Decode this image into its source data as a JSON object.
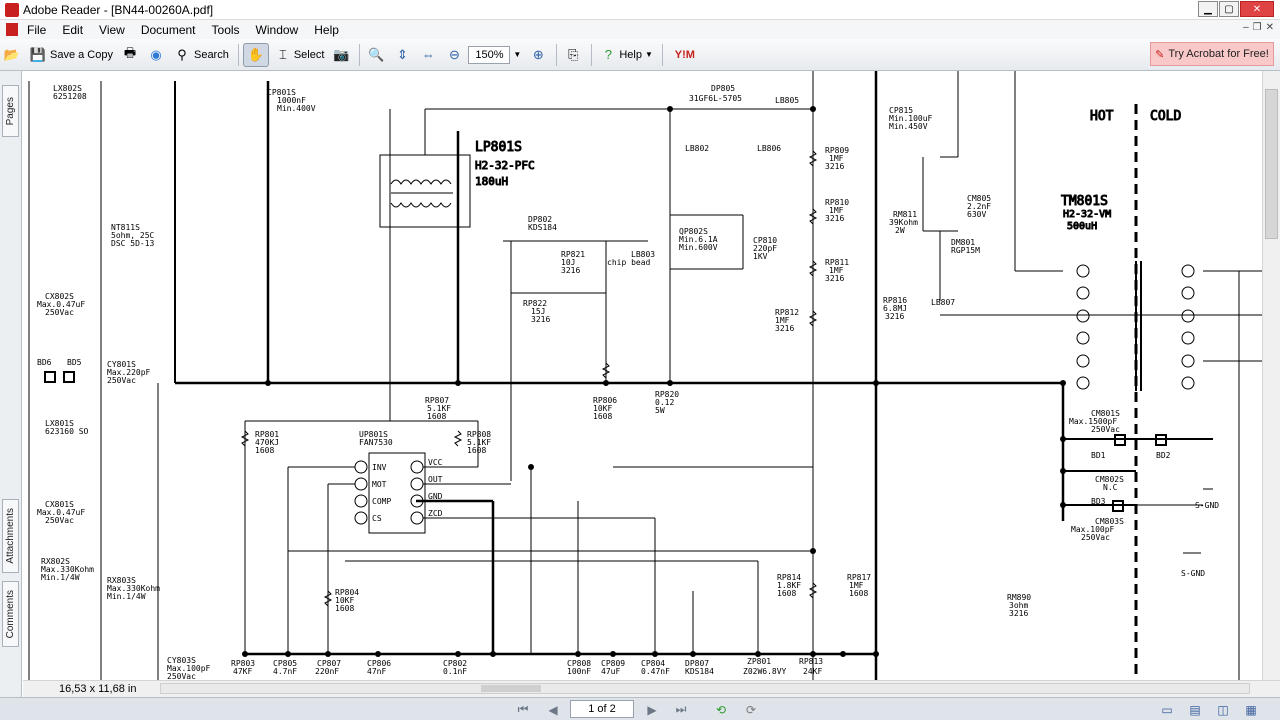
{
  "window": {
    "title": "Adobe Reader - [BN44-00260A.pdf]",
    "bg_tabs": [
      "",
      "",
      "",
      ""
    ]
  },
  "menu": {
    "items": [
      "File",
      "Edit",
      "View",
      "Document",
      "Tools",
      "Window",
      "Help"
    ]
  },
  "toolbar": {
    "save_copy": "Save a Copy",
    "search": "Search",
    "select": "Select",
    "zoom": "150%",
    "help": "Help",
    "try_acrobat": "Try Acrobat for Free!"
  },
  "side_tabs": {
    "pages": "Pages",
    "attachments": "Attachments",
    "comments": "Comments"
  },
  "status": {
    "page_size": "16,53 x 11,68 in"
  },
  "nav": {
    "page_indicator": "1 of 2"
  },
  "schematic": {
    "hot": "HOT",
    "cold": "COLD",
    "lp801s": "LP801S",
    "lp801s_type": "H2-32-PFC",
    "lp801s_val": "180uH",
    "tm801s": "TM801S",
    "tm801s_type": "H2-32-VM",
    "tm801s_val": "500uH",
    "labels": [
      "LX802S",
      "6251208",
      "CP801S",
      "1000nF",
      "Min.400V",
      "NT811S",
      "5ohm, 25C",
      "DSC 5D-13",
      "CX802S",
      "Max.0.47uF",
      "250Vac",
      "BD6",
      "BD5",
      "CY801S",
      "Max.220pF",
      "250Vac",
      "LX801S",
      "623160 SO",
      "CX801S",
      "Max.0.47uF",
      "250Vac",
      "RX802S",
      "Max.330Kohm",
      "Min.1/4W",
      "RX803S",
      "Max.330Kohm",
      "Min.1/4W",
      "CY803S",
      "Max.100pF",
      "250Vac",
      "DP805",
      "31GF6L-5705",
      "LB805",
      "LB806",
      "LB802",
      "DP802",
      "KDS184",
      "RP821",
      "10J",
      "3216",
      "RP822",
      "15J",
      "3216",
      "LB803",
      "chip bead",
      "QP802S",
      "Min.6.1A",
      "Min.600V",
      "CP810",
      "220pF",
      "1KV",
      "CP815",
      "Min.100uF",
      "Min.450V",
      "RP809",
      "1MF",
      "3216",
      "RP810",
      "1MF",
      "3216",
      "RP811",
      "1MF",
      "3216",
      "RP812",
      "1MF",
      "3216",
      "CM805",
      "2.2nF",
      "630V",
      "RM811",
      "39Kohm",
      "2W",
      "DM801",
      "RGP15M",
      "LB807",
      "RP816",
      "6.8MJ",
      "3216",
      "RP807",
      "5.1KF",
      "1608",
      "RP801",
      "470KJ",
      "1608",
      "UP801S",
      "FAN7530",
      "RP808",
      "5.1KF",
      "1608",
      "INV",
      "MOT",
      "COMP",
      "CS",
      "VCC",
      "OUT",
      "GND",
      "ZCD",
      "RP806",
      "10KF",
      "1608",
      "RP820",
      "0.12",
      "5W",
      "RP804",
      "10KF",
      "1608",
      "RP814",
      "1.8KF",
      "1608",
      "RP817",
      "1MF",
      "1608",
      "CM801S",
      "Max.1500pF",
      "250Vac",
      "BD1",
      "BD2",
      "CM802S",
      "N.C",
      "BD3",
      "CM803S",
      "Max.100pF",
      "250Vac",
      "S-GND",
      "S-GND",
      "RM890",
      "3ohm",
      "3216",
      "RP803",
      "47KF",
      "CP805",
      "4.7nF",
      "CP807",
      "220nF",
      "CP806",
      "47nF",
      "CP802",
      "0.1nF",
      "CP808",
      "100nF",
      "CP809",
      "47uF",
      "CP804",
      "0.47nF",
      "DP807",
      "KDS184",
      "ZP801",
      "Z02W6.8VY",
      "RP813",
      "24KF"
    ]
  }
}
